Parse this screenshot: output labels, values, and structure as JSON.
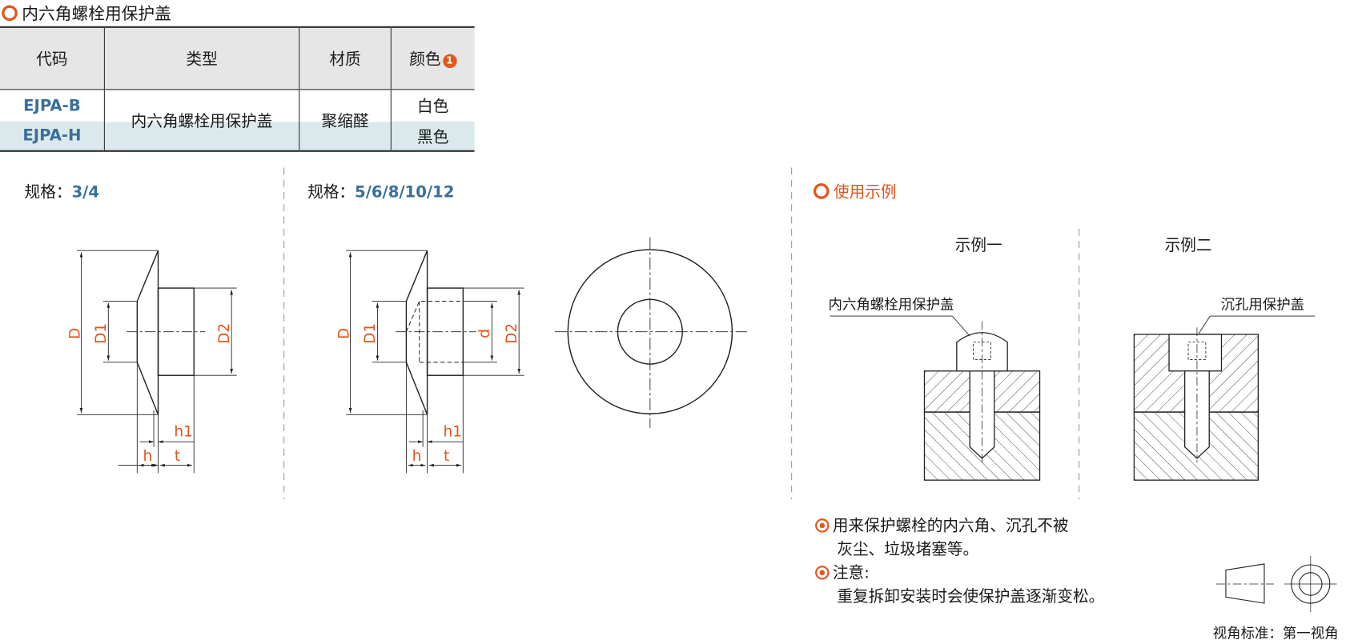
{
  "title": "内六角螺栓用保护盖",
  "table": {
    "headers": [
      "代码",
      "类型",
      "材质",
      "颜色"
    ],
    "header_note_badge": "1",
    "rows": [
      {
        "code": "EJPA-B",
        "color": "白色"
      },
      {
        "code": "EJPA-H",
        "color": "黑色"
      }
    ],
    "type": "内六角螺栓用保护盖",
    "material": "聚缩醛"
  },
  "spec1": {
    "label": "规格：",
    "value": "3/4"
  },
  "spec2": {
    "label": "规格：",
    "value": "5/6/8/10/12"
  },
  "dims": {
    "D": "D",
    "D1": "D1",
    "D2": "D2",
    "d": "d",
    "h": "h",
    "h1": "h1",
    "t": "t"
  },
  "usage": {
    "title": "使用示例",
    "example1": "示例一",
    "example2": "示例二",
    "label1": "内六角螺栓用保护盖",
    "label2": "沉孔用保护盖"
  },
  "notes": {
    "note1_line1": "用来保护螺栓的内六角、沉孔不被",
    "note1_line2": "灰尘、垃圾堵塞等。",
    "note2_title": "注意:",
    "note2_text": "重复拆卸安装时会使保护盖逐渐变松。"
  },
  "projection": "视角标准：第一视角",
  "colors": {
    "accent": "#e0561c",
    "code_blue": "#3a6f99",
    "stripe": "#dce9ec",
    "header_bg": "#e6e6e6"
  }
}
